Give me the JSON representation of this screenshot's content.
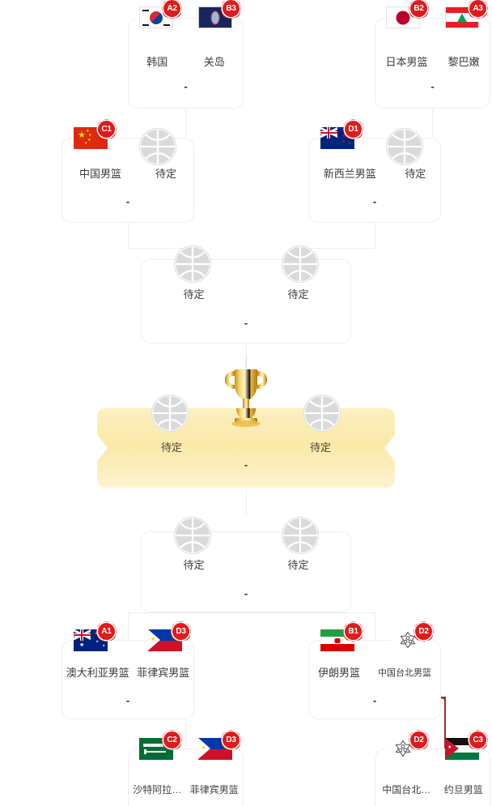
{
  "title": "篮球赛事淘汰赛对阵图",
  "labels": {
    "tbd": "待定",
    "empty_score": "-"
  },
  "colors": {
    "seed_badge": "#e01b1b",
    "connector": "#eceef0",
    "highlight_connector": "#a32b2b",
    "final_banner": "#fbe9a8",
    "card_bg": "#ffffff",
    "card_border": "#eeeff1",
    "text": "#3c3c3c"
  },
  "rounds": {
    "quarterfinals_top": [
      {
        "id": "qf-top-left",
        "score": "-",
        "teams": [
          {
            "name": "韩国",
            "seed": "A2",
            "flag": "south-korea"
          },
          {
            "name": "关岛",
            "seed": "B3",
            "flag": "guam"
          }
        ]
      },
      {
        "id": "qf-top-right",
        "score": "-",
        "teams": [
          {
            "name": "日本男篮",
            "seed": "B2",
            "flag": "japan"
          },
          {
            "name": "黎巴嫩",
            "seed": "A3",
            "flag": "lebanon"
          }
        ]
      }
    ],
    "round16_top": [
      {
        "id": "r16-top-left",
        "score": "-",
        "teams": [
          {
            "name": "中国男篮",
            "seed": "C1",
            "flag": "china"
          },
          {
            "name": "待定",
            "seed": "",
            "flag": "basketball"
          }
        ]
      },
      {
        "id": "r16-top-right",
        "score": "-",
        "teams": [
          {
            "name": "新西兰男篮",
            "seed": "D1",
            "flag": "new-zealand"
          },
          {
            "name": "待定",
            "seed": "",
            "flag": "basketball"
          }
        ]
      }
    ],
    "semifinal_top": {
      "id": "sf-top",
      "score": "-",
      "teams": [
        {
          "name": "待定",
          "seed": "",
          "flag": "basketball"
        },
        {
          "name": "待定",
          "seed": "",
          "flag": "basketball"
        }
      ]
    },
    "final": {
      "id": "final",
      "score": "-",
      "teams": [
        {
          "name": "待定",
          "seed": "",
          "flag": "basketball"
        },
        {
          "name": "待定",
          "seed": "",
          "flag": "basketball"
        }
      ]
    },
    "semifinal_bottom": {
      "id": "sf-bottom",
      "score": "-",
      "teams": [
        {
          "name": "待定",
          "seed": "",
          "flag": "basketball"
        },
        {
          "name": "待定",
          "seed": "",
          "flag": "basketball"
        }
      ]
    },
    "round16_bottom": [
      {
        "id": "r16-bot-left",
        "score": "-",
        "teams": [
          {
            "name": "澳大利亚男篮",
            "seed": "A1",
            "flag": "australia"
          },
          {
            "name": "菲律宾男篮",
            "seed": "D3",
            "flag": "philippines"
          }
        ]
      },
      {
        "id": "r16-bot-right",
        "score": "-",
        "teams": [
          {
            "name": "伊朗男篮",
            "seed": "B1",
            "flag": "iran"
          },
          {
            "name": "中国台北男篮",
            "seed": "D2",
            "flag": "chinese-taipei"
          }
        ]
      }
    ],
    "quarterfinals_bottom": [
      {
        "id": "qf-bot-left",
        "score": "",
        "teams": [
          {
            "name": "沙特阿拉…",
            "seed": "C2",
            "flag": "saudi-arabia"
          },
          {
            "name": "菲律宾男篮",
            "seed": "D3",
            "flag": "philippines"
          }
        ]
      },
      {
        "id": "qf-bot-right",
        "score": "",
        "teams": [
          {
            "name": "中国台北…",
            "seed": "D2",
            "flag": "chinese-taipei"
          },
          {
            "name": "约旦男篮",
            "seed": "C3",
            "flag": "jordan"
          }
        ]
      }
    ]
  }
}
